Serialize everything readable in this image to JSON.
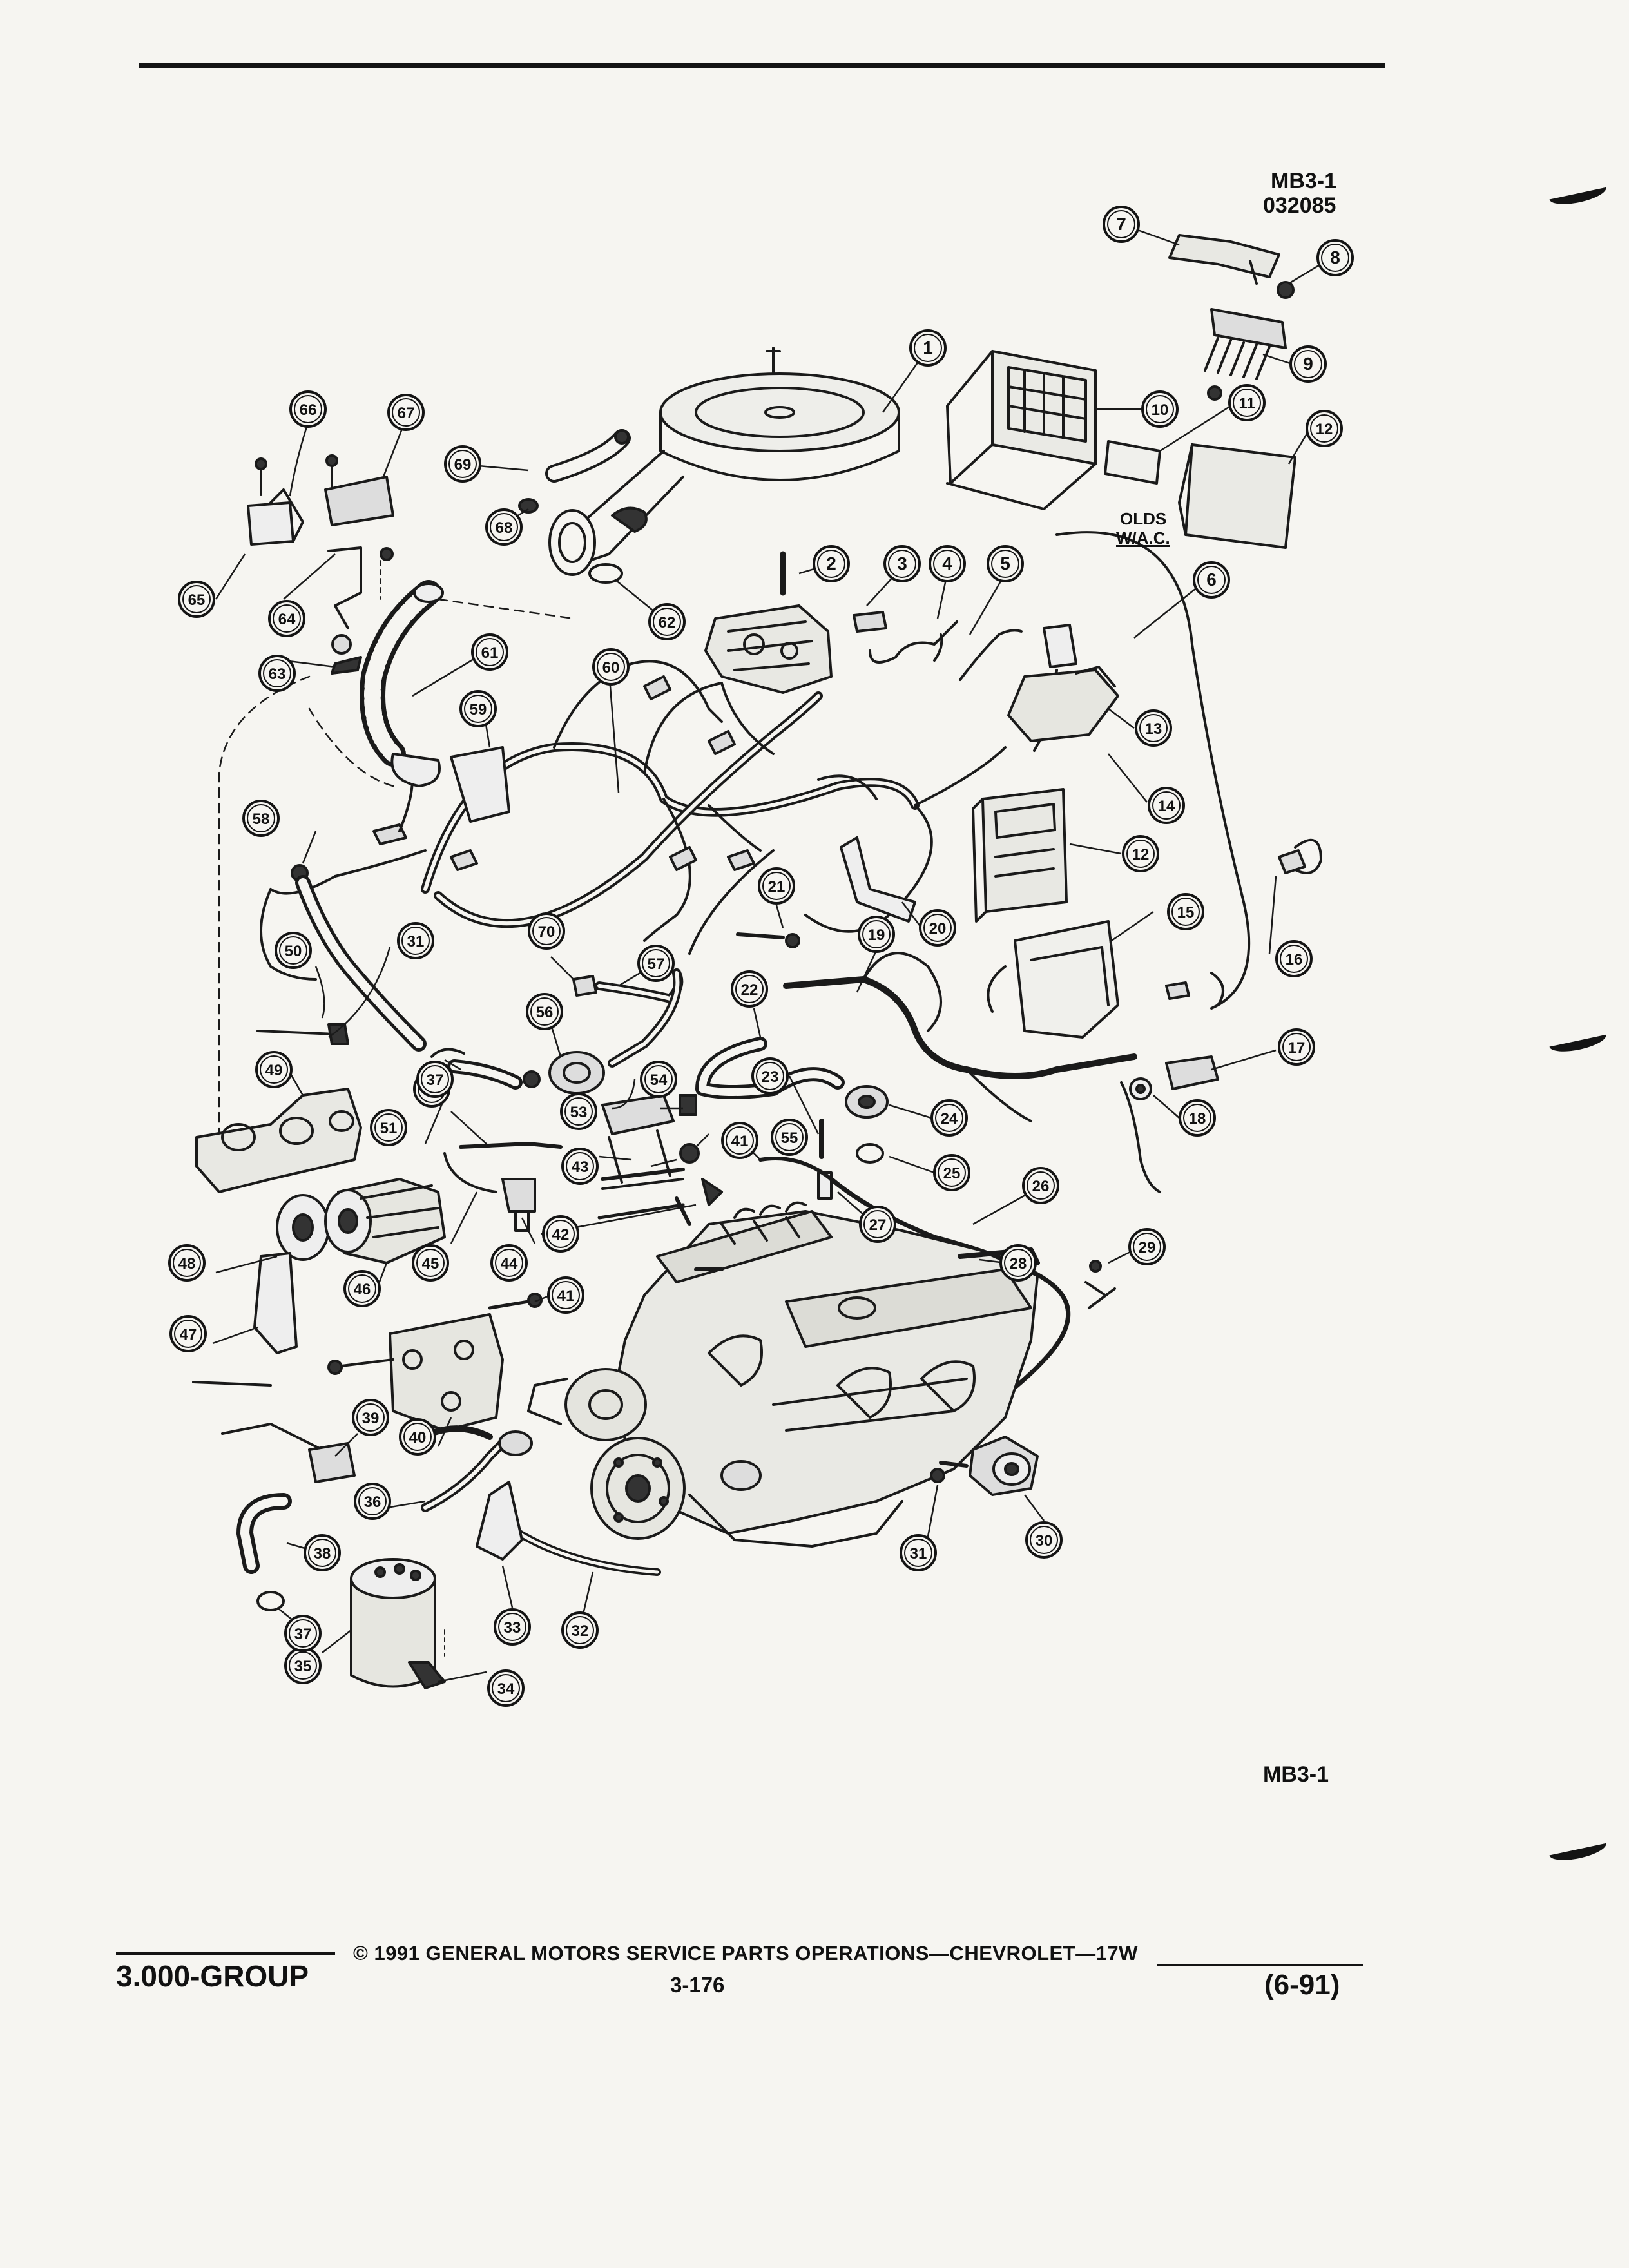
{
  "header": {
    "ref_code": "MB3-1",
    "ref_number": "032085"
  },
  "diagram": {
    "callouts": [
      "1",
      "2",
      "3",
      "4",
      "5",
      "6",
      "7",
      "8",
      "9",
      "10",
      "11",
      "12",
      "13",
      "14",
      "15",
      "16",
      "17",
      "18",
      "19",
      "20",
      "21",
      "22",
      "23",
      "24",
      "25",
      "26",
      "27",
      "28",
      "29",
      "30",
      "31",
      "32",
      "33",
      "34",
      "35",
      "36",
      "37",
      "38",
      "39",
      "40",
      "41",
      "42",
      "43",
      "44",
      "45",
      "46",
      "47",
      "48",
      "49",
      "50",
      "51",
      "52",
      "53",
      "54",
      "55",
      "56",
      "57",
      "58",
      "59",
      "60",
      "61",
      "62",
      "63",
      "64",
      "65",
      "66",
      "67",
      "68",
      "69",
      "70"
    ],
    "note_line1": "OLDS",
    "note_line2": "W/A.C.",
    "bottom_code": "MB3-1"
  },
  "footer": {
    "group": "3.000-GROUP",
    "copyright": "© 1991 GENERAL MOTORS SERVICE PARTS OPERATIONS—CHEVROLET—17W",
    "page_number": "3-176",
    "revision": "(6-91)"
  }
}
